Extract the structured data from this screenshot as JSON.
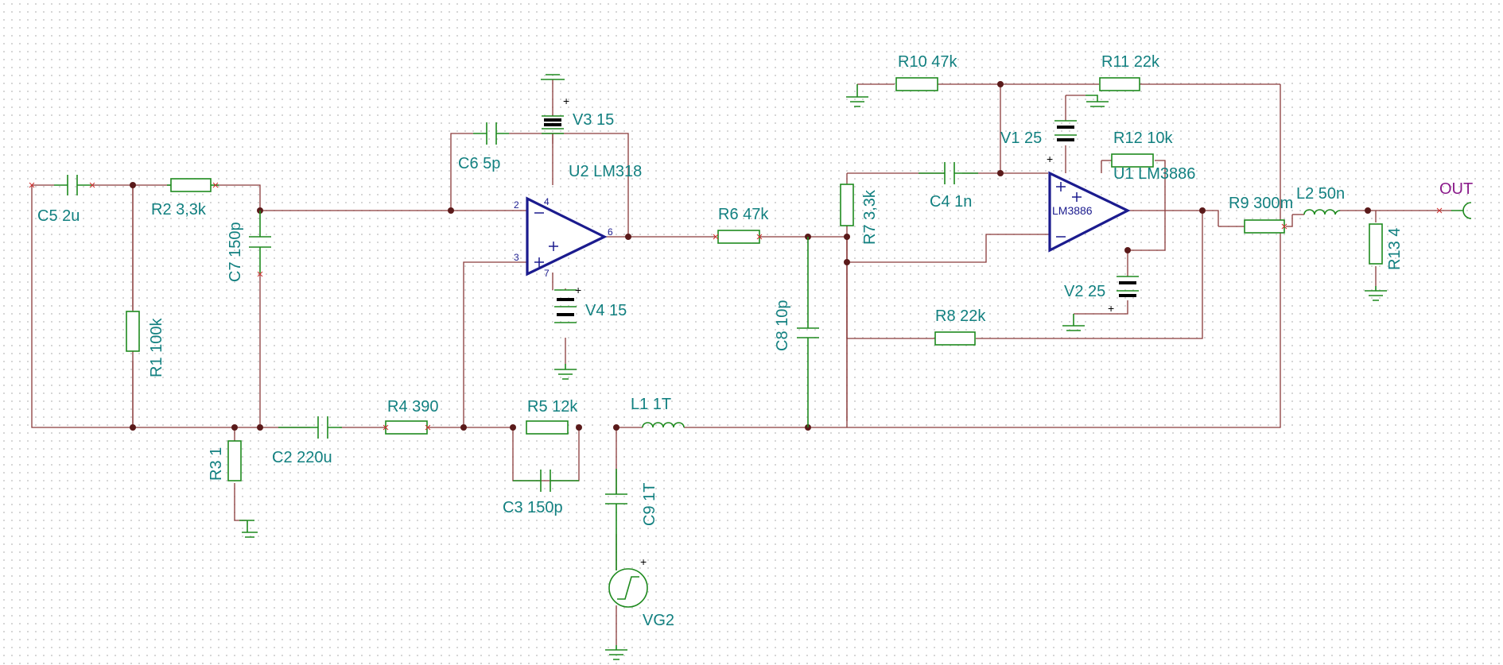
{
  "components": {
    "C5": "C5 2u",
    "R2": "R2 3,3k",
    "C7": "C7 150p",
    "R1": "R1 100k",
    "R3": "R3 1",
    "C2": "C2 220u",
    "R4": "R4 390",
    "R5": "R5 12k",
    "C3": "C3 150p",
    "L1": "L1 1T",
    "C9": "C9 1T",
    "VG2": "VG2",
    "C6": "C6 5p",
    "V3": "V3 15",
    "U2": "U2 LM318",
    "V4": "V4 15",
    "R6": "R6 47k",
    "C8": "C8 10p",
    "R7": "R7 3,3k",
    "C4": "C4 1n",
    "R8": "R8 22k",
    "R10": "R10 47k",
    "R11": "R11 22k",
    "V1": "V1 25",
    "R12": "R12 10k",
    "U1": "U1 LM3886",
    "U1_body": "LM3886",
    "V2": "V2 25",
    "R9": "R9 300m",
    "L2": "L2 50n",
    "R13": "R13 4"
  },
  "pins": {
    "u2_2": "2",
    "u2_3": "3",
    "u2_4": "4",
    "u2_6": "6",
    "u2_7": "7"
  },
  "signs": {
    "plus": "+",
    "minus": "−"
  },
  "output_label": "OUT"
}
